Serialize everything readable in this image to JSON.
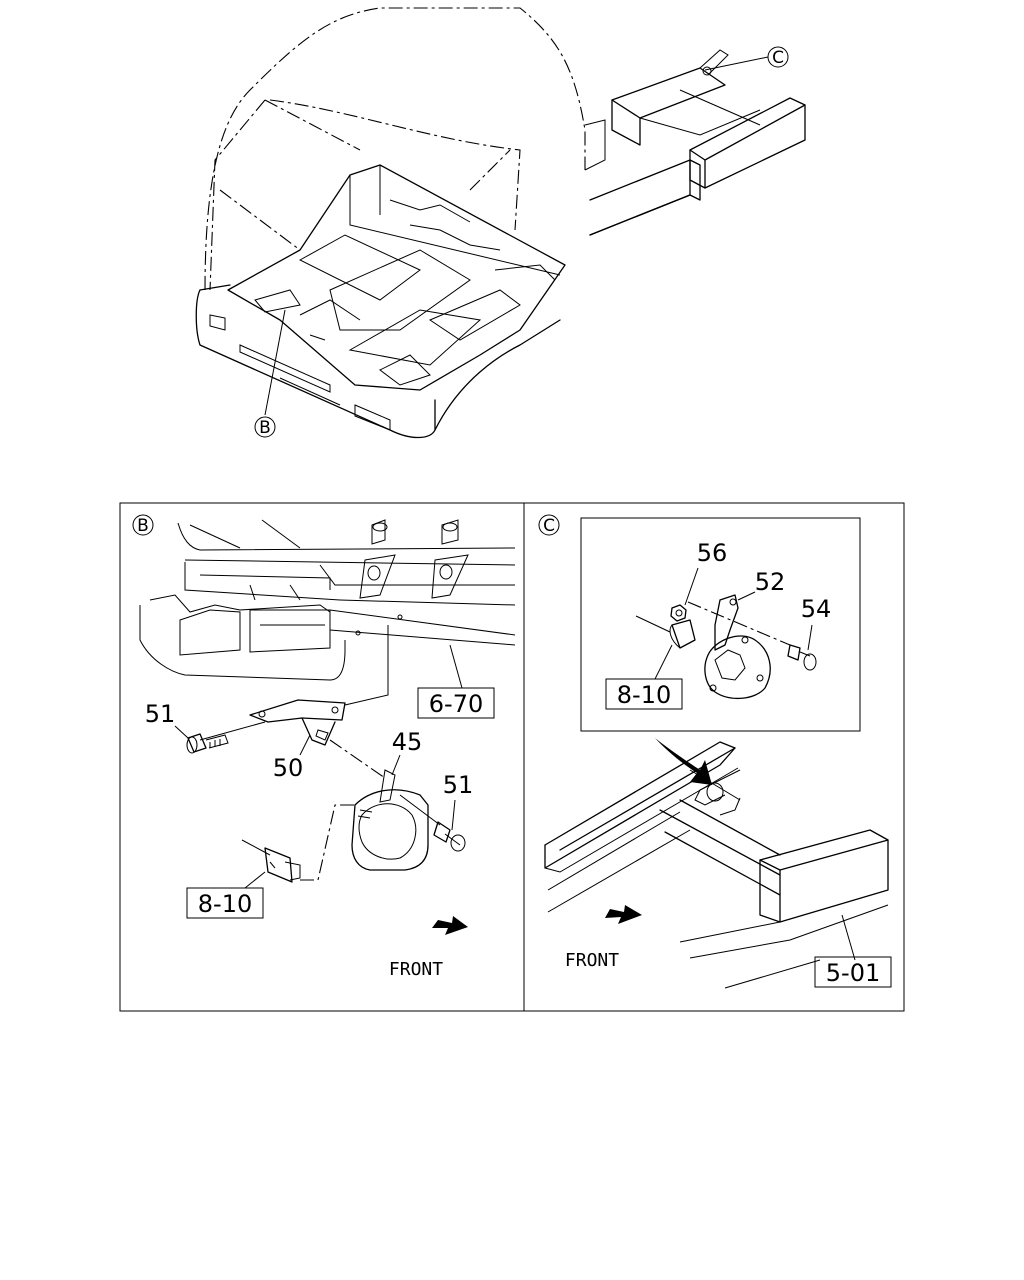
{
  "overview": {
    "callout_b": "B",
    "callout_c": "C"
  },
  "panel_b": {
    "marker": "B",
    "parts": {
      "p51_top": "51",
      "p50": "50",
      "p45": "45",
      "p51_right": "51"
    },
    "refs": {
      "r670": "6-70",
      "r810": "8-10"
    },
    "front_label": "FRONT"
  },
  "panel_c": {
    "marker": "C",
    "parts": {
      "p56": "56",
      "p52": "52",
      "p54": "54"
    },
    "refs": {
      "r810": "8-10",
      "r501": "5-01"
    },
    "front_label": "FRONT"
  }
}
